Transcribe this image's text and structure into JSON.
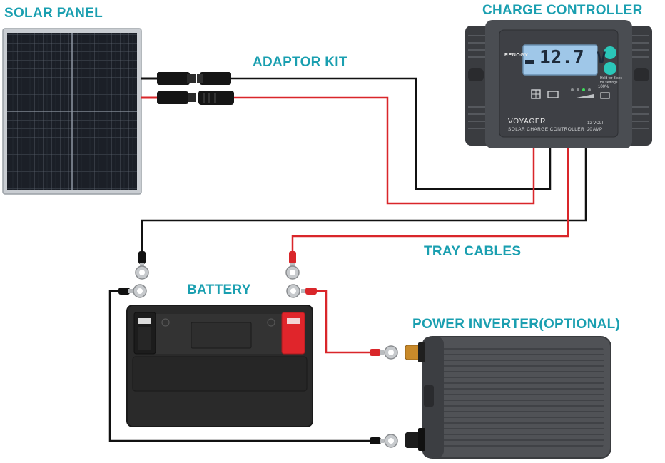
{
  "labels": {
    "solar_panel": "SOLAR PANEL",
    "adaptor_kit": "ADAPTOR KIT",
    "charge_controller": "CHARGE CONTROLLER",
    "tray_cables": "TRAY CABLES",
    "battery": "BATTERY",
    "power_inverter": "POWER INVERTER(OPTIONAL)"
  },
  "controller": {
    "brand": "RENOGY",
    "model": "VOYAGER",
    "subtitle": "SOLAR CHARGE CONTROLLER",
    "display_value": "12.7",
    "display_unit": "V",
    "hint": "Hold for 3 sec for settings",
    "spec_voltage": "12 VOLT",
    "spec_amp": "20 AMP",
    "battery_percent": "100%"
  },
  "colors": {
    "label": "#1a9fb0",
    "wire_red": "#d9262a",
    "wire_black": "#111111",
    "controller_body": "#4a4d52",
    "lcd": "#9fc7e8",
    "button": "#2bc7b9",
    "battery_body": "#2a2a2a",
    "battery_red": "#e0252b",
    "inverter_body": "#505256"
  }
}
